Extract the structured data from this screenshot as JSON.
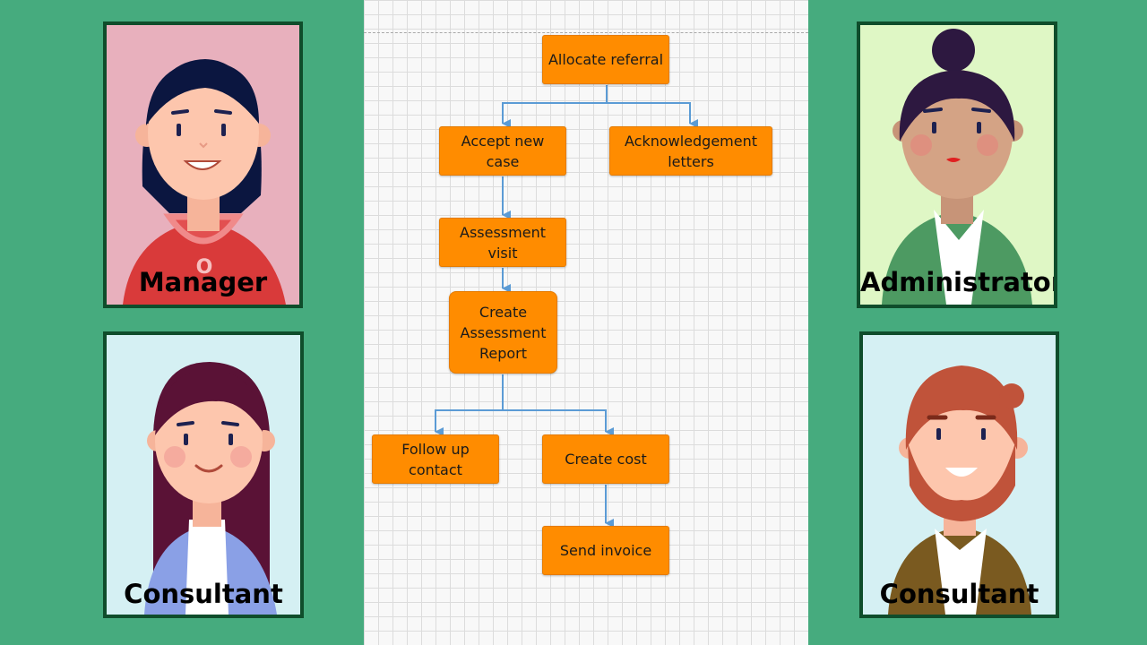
{
  "people": {
    "manager": {
      "label": "Manager",
      "badge": "O"
    },
    "consultant_left": {
      "label": "Consultant"
    },
    "administrator": {
      "label": "Administrator"
    },
    "consultant_right": {
      "label": "Consultant"
    }
  },
  "flowchart": {
    "nodes": {
      "allocate_referral": "Allocate referral",
      "accept_new_case": "Accept new case",
      "acknowledgement_letters": "Acknowledgement\nletters",
      "assessment_visit": "Assessment visit",
      "create_assessment_report": "Create\nAssessment\nReport",
      "follow_up_contact": "Follow up\ncontact",
      "create_cost": "Create cost",
      "send_invoice": "Send invoice"
    },
    "colors": {
      "node_fill": "#ff8c00",
      "connector": "#5b9bd5",
      "background": "#46ab7e",
      "card_border": "#0f4d2b"
    }
  }
}
